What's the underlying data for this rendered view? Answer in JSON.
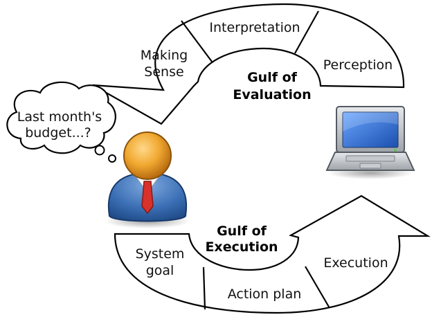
{
  "thought_bubble": {
    "line1": "Last month's",
    "line2": "budget...?"
  },
  "evaluation": {
    "title_line1": "Gulf of",
    "title_line2": "Evaluation",
    "segments": {
      "making_sense_line1": "Making",
      "making_sense_line2": "Sense",
      "interpretation": "Interpretation",
      "perception": "Perception"
    }
  },
  "execution": {
    "title_line1": "Gulf of",
    "title_line2": "Execution",
    "segments": {
      "system_goal_line1": "System",
      "system_goal_line2": "goal",
      "action_plan": "Action plan",
      "execution": "Execution"
    }
  },
  "icons": {
    "user": "user-icon",
    "laptop": "laptop-icon",
    "thought": "thought-bubble-icon"
  },
  "colors": {
    "user_head": "#f0a830",
    "user_body": "#3b6fb5",
    "tie": "#d8322a",
    "laptop_screen": "#2f6fcf"
  }
}
